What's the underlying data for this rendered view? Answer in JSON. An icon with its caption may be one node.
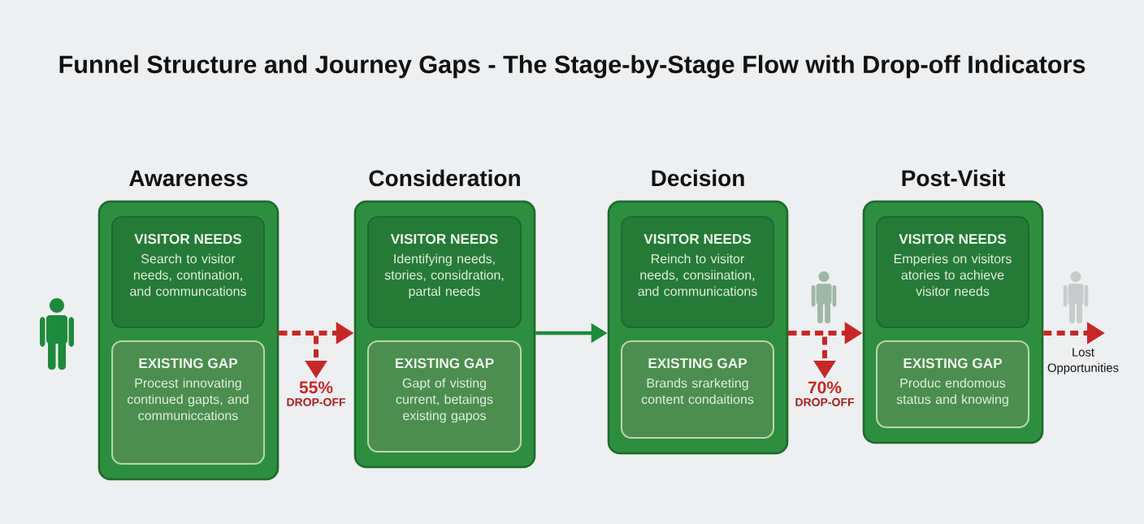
{
  "diagram": {
    "title": "Funnel Structure and Journey Gaps - The Stage-by-Stage Flow with Drop-off Indicators",
    "nodes": [
      {
        "text": [
          "Awareness"
        ]
      },
      {
        "text": [
          "VISITOR NEEDS",
          "Search to visitor needs, contination, and communcations"
        ],
        "in": 0
      },
      {
        "text": [
          "EXISTING GAP",
          "Procest innovating continued gapts, and communiccations"
        ],
        "in": 0
      },
      {
        "text": [
          "Consideration"
        ]
      },
      {
        "text": [
          "VISITOR NEEDS",
          "Identifying needs, stories, considration, partal needs"
        ],
        "in": 3
      },
      {
        "text": [
          "EXISTING GAP",
          "Gapt of visting current, betaings existing gapos"
        ],
        "in": 3
      },
      {
        "text": [
          "Decision"
        ]
      },
      {
        "text": [
          "VISITOR NEEDS",
          "Reinch to visitor needs, consiination, and communications"
        ],
        "in": 6
      },
      {
        "text": [
          "EXISTING GAP",
          "Brands srarketing content condaitions"
        ],
        "in": 6
      },
      {
        "text": [
          "Post-Visit"
        ]
      },
      {
        "text": [
          "VISITOR NEEDS",
          "Emperies on visitors atories to achieve visitor needs"
        ],
        "in": 9
      },
      {
        "text": [
          "EXISTING GAP",
          "Produc endomous status and knowing"
        ],
        "in": 9
      },
      {
        "text": [
          "55%",
          "DROP-OFF"
        ]
      },
      {
        "text": [
          "70%",
          "DROP-OFF"
        ]
      },
      {
        "text": [
          "Lost Opportunities"
        ]
      }
    ],
    "edges": [
      {
        "from": 0,
        "to": 3,
        "arrow": "to",
        "style": "dashed"
      },
      {
        "from": 0,
        "to": 12,
        "arrow": "to",
        "style": "dashed"
      },
      {
        "from": 3,
        "to": 6,
        "arrow": "to",
        "color": "#1e8a3c"
      },
      {
        "from": 6,
        "to": 9,
        "arrow": "to",
        "style": "dashed"
      },
      {
        "from": 6,
        "to": 13,
        "arrow": "to",
        "style": "dashed"
      },
      {
        "from": 9,
        "to": 14,
        "arrow": "to",
        "style": "dashed"
      }
    ]
  }
}
